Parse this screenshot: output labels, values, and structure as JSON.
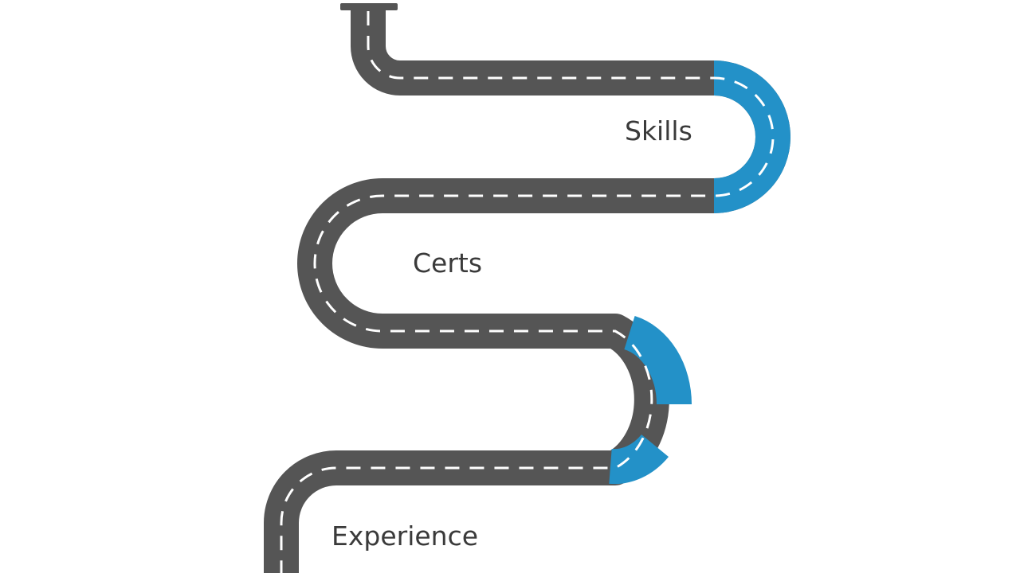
{
  "milestones": [
    {
      "label": "Skills"
    },
    {
      "label": "Certs"
    },
    {
      "label": "Experience"
    }
  ],
  "colors": {
    "road": "#555555",
    "highlight": "#2391c8",
    "dash": "#ffffff",
    "text": "#3a3a3a",
    "background": "#ffffff"
  }
}
